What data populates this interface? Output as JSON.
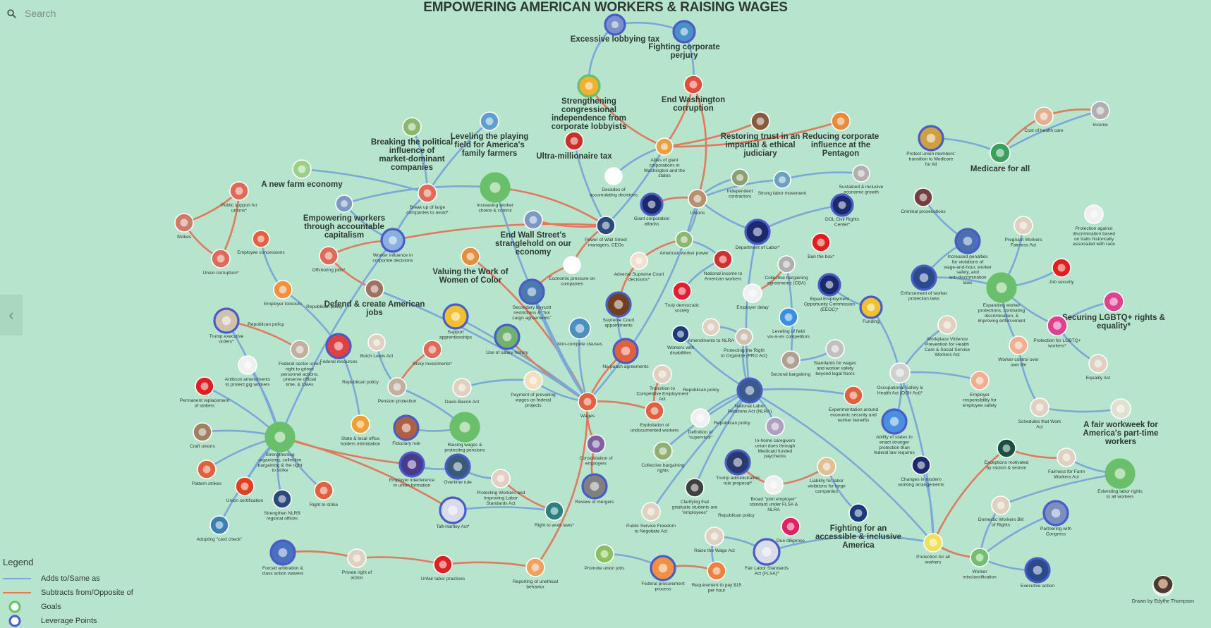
{
  "search": {
    "placeholder": "Search"
  },
  "title": "EMPOWERING AMERICAN WORKERS & RAISING WAGES",
  "legend": {
    "title": "Legend",
    "items": [
      {
        "label": "Adds to/Same as",
        "kind": "line",
        "color": "#7aa8d8"
      },
      {
        "label": "Subtracts from/Opposite of",
        "kind": "line",
        "color": "#e07a5f"
      },
      {
        "label": "Goals",
        "kind": "goal"
      },
      {
        "label": "Leverage Points",
        "kind": "leverage"
      }
    ]
  },
  "credit": "Drawn by Edythe Thompson",
  "nodes": [
    {
      "id": "lobbying",
      "label": "Excessive lobbying tax",
      "fill": "#7b8fc9",
      "ring": "lev"
    },
    {
      "id": "perjury",
      "label": "Fighting corporate perjury",
      "fill": "#4a90c9",
      "ring": "lev"
    },
    {
      "id": "congress",
      "label": "Strengthening congressional independence from corporate lobbyists",
      "fill": "#f0b030",
      "ring": "goal"
    },
    {
      "id": "endwash",
      "label": "End Washington corruption",
      "fill": "#e24c3c"
    },
    {
      "id": "trust",
      "label": "Restoring trust in an impartial & ethical judiciary",
      "fill": "#8a5a3c"
    },
    {
      "id": "pentagon",
      "label": "Reducing corporate influence at the Pentagon",
      "fill": "#e88a3c"
    },
    {
      "id": "farm",
      "label": "Leveling the playing field for America's family farmers",
      "fill": "#5aa0d0"
    },
    {
      "id": "breaking",
      "label": "Breaking the political influence of market-dominant companies",
      "fill": "#8ab870"
    },
    {
      "id": "millionaire",
      "label": "Ultra-millionaire tax",
      "fill": "#c8302c"
    },
    {
      "id": "allies",
      "label": "Allies of giant corporations in Washington and the states",
      "fill": "#e8a040"
    },
    {
      "id": "newfarm",
      "label": "A new farm economy",
      "fill": "#9bd08a"
    },
    {
      "id": "breakup",
      "label": "Break up of large companies to avoid*",
      "fill": "#e06a5a"
    },
    {
      "id": "choice",
      "label": "Increasing worker choice & control",
      "fill": "#6ac06a",
      "ring": "goal"
    },
    {
      "id": "decades",
      "label": "Decades of accumulating decisions",
      "fill": "#ffffff"
    },
    {
      "id": "independent",
      "label": "Independent contractors",
      "fill": "#8aa070"
    },
    {
      "id": "stronglabor",
      "label": "Strong labor movement",
      "fill": "#6aa0c0"
    },
    {
      "id": "sustained",
      "label": "Sustained & inclusive economic growth",
      "fill": "#b0b0b0"
    },
    {
      "id": "pubsupport",
      "label": "Public support for unions*",
      "fill": "#e06a5a"
    },
    {
      "id": "accountable",
      "label": "Empowering workers through accountable capitalism",
      "fill": "#7a9ac0"
    },
    {
      "id": "giantcorp",
      "label": "Giant corporation attacks",
      "fill": "#1a2a6c",
      "ring": "lev"
    },
    {
      "id": "unions",
      "label": "Unions",
      "fill": "#b89070"
    },
    {
      "id": "dol",
      "label": "Department of Labor*",
      "fill": "#1a2a6c",
      "ring": "lev"
    },
    {
      "id": "dolcivil",
      "label": "DOL Civil Rights Center*",
      "fill": "#1a2a6c",
      "ring": "lev"
    },
    {
      "id": "strikes",
      "label": "Strikes",
      "fill": "#d07a6a"
    },
    {
      "id": "unioncorr",
      "label": "Union corruption*",
      "fill": "#e06a5a"
    },
    {
      "id": "concessions",
      "label": "Employee concessions",
      "fill": "#e06040"
    },
    {
      "id": "influence",
      "label": "Worker influence in corporate decisions",
      "fill": "#8ab0e0",
      "ring": "lev"
    },
    {
      "id": "wallst",
      "label": "End Wall Street's stranglehold on our economy",
      "fill": "#7a9ac0"
    },
    {
      "id": "powerwall",
      "label": "Power of Wall Street managers, CEOs",
      "fill": "#2a4a7c"
    },
    {
      "id": "americanpower",
      "label": "American worker power",
      "fill": "#8ab870"
    },
    {
      "id": "natincome",
      "label": "National income to American workers",
      "fill": "#d03030"
    },
    {
      "id": "banbox",
      "label": "Ban the box*",
      "fill": "#e02020"
    },
    {
      "id": "offshoring",
      "label": "Offshoring jobs*",
      "fill": "#e06a5a"
    },
    {
      "id": "valuing",
      "label": "Valuing the Work of Women of Color",
      "fill": "#e09040"
    },
    {
      "id": "economicpressure",
      "label": "Economic pressure on companies",
      "fill": "#ffffff"
    },
    {
      "id": "adversesupreme",
      "label": "Adverse Supreme Court decisions*",
      "fill": "#f0e0d0"
    },
    {
      "id": "lockouts",
      "label": "Employer lockouts",
      "fill": "#f09040"
    },
    {
      "id": "repub1",
      "label": "Republican policy",
      "text": true
    },
    {
      "id": "defend",
      "label": "Defend & create American jobs",
      "fill": "#a07060"
    },
    {
      "id": "secondary",
      "label": "Secondary boycott restrictions & \"hot cargo agreements\"",
      "fill": "#4a7ab0",
      "ring": "lev"
    },
    {
      "id": "democratic",
      "label": "Truly democratic society",
      "fill": "#e02030"
    },
    {
      "id": "cba",
      "label": "Collective bargaining agreements (CBA)",
      "fill": "#b0b0b0"
    },
    {
      "id": "equalemp",
      "label": "Equal Employment Opportunity Commission (EEOC)*",
      "fill": "#1a2a6c",
      "ring": "lev"
    },
    {
      "id": "funding",
      "label": "Funding",
      "fill": "#f0c030",
      "ring": "lev"
    },
    {
      "id": "supremeappt",
      "label": "Supreme Court appointments",
      "fill": "#704020",
      "ring": "lev"
    },
    {
      "id": "employdelay",
      "label": "Employer delay",
      "fill": "#f0f0f0"
    },
    {
      "id": "levelfield",
      "label": "Leveling of field vis-a-vis competitors",
      "fill": "#3a90e0"
    },
    {
      "id": "trumpexec",
      "label": "Trump executive orders*",
      "fill": "#d0c0b0",
      "ring": "lev"
    },
    {
      "id": "repub2",
      "label": "Republican policy",
      "text": true
    },
    {
      "id": "federal",
      "label": "Federal sector union right to grieve personnel actions, preserve official time, & CBAs",
      "fill": "#c0b0a0"
    },
    {
      "id": "fedresources",
      "label": "Federal resources",
      "fill": "#e04040",
      "ring": "lev"
    },
    {
      "id": "butch",
      "label": "Butch Lewis Act",
      "fill": "#e0d0c0"
    },
    {
      "id": "support",
      "label": "Support apprenticeships",
      "fill": "#f0c030",
      "ring": "lev"
    },
    {
      "id": "salary",
      "label": "Use of salary history",
      "fill": "#70b070",
      "ring": "lev"
    },
    {
      "id": "noncompete",
      "label": "Non-compete clauses",
      "fill": "#4a90c0"
    },
    {
      "id": "nopoach",
      "label": "No-poach agreements",
      "fill": "#e06040",
      "ring": "lev"
    },
    {
      "id": "disability",
      "label": "Workers with disabilities",
      "fill": "#1a3a7c"
    },
    {
      "id": "amendments",
      "label": "Amendments to NLRA",
      "fill": "#e0d0c0"
    },
    {
      "id": "pro",
      "label": "Protecting the Right to Organize (PRO Act)",
      "fill": "#d0c0b0"
    },
    {
      "id": "sectoral",
      "label": "Sectoral bargaining",
      "fill": "#b0a090"
    },
    {
      "id": "standards",
      "label": "Standards for wages and worker safety beyond legal floors",
      "fill": "#c0c0c0"
    },
    {
      "id": "osh",
      "label": "Occupational Safety & Health Act (OSH Act)*",
      "fill": "#d0d0d0"
    },
    {
      "id": "criminal",
      "label": "Criminal prosecutions",
      "fill": "#704040"
    },
    {
      "id": "increased",
      "label": "Increased penalties for violations of wage-and-hour, worker safety, and anti-discrimination laws",
      "fill": "#4a70b0",
      "ring": "lev"
    },
    {
      "id": "enforcement",
      "label": "Enforcement of worker protection laws",
      "fill": "#2a4a8c",
      "ring": "lev"
    },
    {
      "id": "expanding",
      "label": "Expanding worker protections, combating discrimination, & improving enforcement",
      "fill": "#6ac06a",
      "ring": "goal"
    },
    {
      "id": "violence",
      "label": "Workplace Violence Prevention for Health Care & Social Service Workers Act",
      "fill": "#e0d0c0"
    },
    {
      "id": "pregnant",
      "label": "Pregnant Workers Fairness Act",
      "fill": "#e0d0c0"
    },
    {
      "id": "jobsecurity",
      "label": "Job security",
      "fill": "#e02020"
    },
    {
      "id": "protectdisc",
      "label": "Protection against discrimination based on traits historically associated with race",
      "fill": "#f0f0f0"
    },
    {
      "id": "lgbtq",
      "label": "Securing LGBTQ+ rights & equality*",
      "fill": "#e04090"
    },
    {
      "id": "protectlgbt",
      "label": "Protection for LGBTQ+ workers*",
      "fill": "#e04090"
    },
    {
      "id": "workercontrol",
      "label": "Worker control over own life",
      "fill": "#f0b090"
    },
    {
      "id": "equality",
      "label": "Equality Act",
      "fill": "#e0d0c0"
    },
    {
      "id": "medicare",
      "label": "Medicare for all",
      "fill": "#3aa060"
    },
    {
      "id": "protectunion",
      "label": "Protect union members' transition to Medicare for All",
      "fill": "#d0a040",
      "ring": "lev"
    },
    {
      "id": "costhealth",
      "label": "Cost of health care",
      "fill": "#e0b090"
    },
    {
      "id": "income",
      "label": "Income",
      "fill": "#b0b0b0"
    },
    {
      "id": "antitrust",
      "label": "Antitrust amendments to protect gig workers",
      "fill": "#f0f0f0"
    },
    {
      "id": "permanent",
      "label": "Permanent replacement of strikers",
      "fill": "#e02020"
    },
    {
      "id": "craft",
      "label": "Craft unions",
      "fill": "#a08060"
    },
    {
      "id": "pattern",
      "label": "Pattern strikes",
      "fill": "#e06040"
    },
    {
      "id": "unioncert",
      "label": "Union certification",
      "fill": "#e04020"
    },
    {
      "id": "strengthening",
      "label": "Strengthening organizing, collective bargaining & the right to strike",
      "fill": "#6ac06a",
      "ring": "goal"
    },
    {
      "id": "rightstrike",
      "label": "Right to strike",
      "fill": "#e06040"
    },
    {
      "id": "strengthennlrb",
      "label": "Strengthen NLRB regional offices",
      "fill": "#2a4a7c"
    },
    {
      "id": "cardcheck",
      "label": "Adopting \"card check\"",
      "fill": "#3a80b0"
    },
    {
      "id": "forced",
      "label": "Forced arbitration & class action waivers",
      "fill": "#4a70c0",
      "ring": "lev"
    },
    {
      "id": "private",
      "label": "Private right of action",
      "fill": "#e0d0c0"
    },
    {
      "id": "unfair",
      "label": "Unfair labor practices",
      "fill": "#e02020"
    },
    {
      "id": "reporting",
      "label": "Reporting of unethical behavior",
      "fill": "#f0a060"
    },
    {
      "id": "statelocal",
      "label": "State & local office holders intimidation",
      "fill": "#f0a030"
    },
    {
      "id": "pension",
      "label": "Pension protection",
      "fill": "#c0b0a0"
    },
    {
      "id": "fiduciary",
      "label": "Fiduciary rule",
      "fill": "#b06040",
      "ring": "lev"
    },
    {
      "id": "davis",
      "label": "Davis-Bacon Act",
      "fill": "#e0d0c0"
    },
    {
      "id": "raising",
      "label": "Raising wages & protecting pensions",
      "fill": "#6ac06a",
      "ring": "goal"
    },
    {
      "id": "risky",
      "label": "Risky investments*",
      "fill": "#e06a5a"
    },
    {
      "id": "prevailing",
      "label": "Payment of prevailing wages on federal projects",
      "fill": "#f0e0c0"
    },
    {
      "id": "wages",
      "label": "Wages",
      "fill": "#e06040"
    },
    {
      "id": "consolidation",
      "label": "Consolidation of employers",
      "fill": "#8060a0"
    },
    {
      "id": "reviewmergers",
      "label": "Review of mergers",
      "fill": "#808080",
      "ring": "lev"
    },
    {
      "id": "transition",
      "label": "Transition to Competitive Employment Act",
      "fill": "#e0d0c0"
    },
    {
      "id": "exploitation",
      "label": "Exploitation of undocumented workers",
      "fill": "#e06040"
    },
    {
      "id": "supervisor",
      "label": "Definition of \"supervisor\"",
      "fill": "#f0f0f0"
    },
    {
      "id": "nlra",
      "label": "National Labor Relations Act (NLRA)",
      "fill": "#3a5a8c",
      "ring": "lev"
    },
    {
      "id": "inhome",
      "label": "In-home caregivers union dues through Medicaid funded paychecks",
      "fill": "#b0a0c0"
    },
    {
      "id": "experimentation",
      "label": "Experimentation around economic security and worker benefits",
      "fill": "#e06040"
    },
    {
      "id": "abilitystates",
      "label": "Ability of states to enact stronger protection than federal law requires",
      "fill": "#4a90e0",
      "ring": "lev"
    },
    {
      "id": "employresp",
      "label": "Employer responsibility for employee safety",
      "fill": "#f0b090"
    },
    {
      "id": "collectivebarg",
      "label": "Collective bargaining rights",
      "fill": "#90b070"
    },
    {
      "id": "trumpadmin",
      "label": "Trump administration rule proposal*",
      "fill": "#2a3a6c",
      "ring": "lev"
    },
    {
      "id": "broadjoint",
      "label": "Broad \"joint employer\" standard under FLSA & NLRA",
      "fill": "#f0f0f0"
    },
    {
      "id": "liability",
      "label": "Liability for labor violations for large companies",
      "fill": "#e0c090"
    },
    {
      "id": "changesmodern",
      "label": "Changes in modern working arrangements",
      "fill": "#1a2a6c"
    },
    {
      "id": "schedules",
      "label": "Schedules that Work Act",
      "fill": "#e0d0c0"
    },
    {
      "id": "fairworkweek",
      "label": "A fair workweek for America's part-time workers",
      "fill": "#e0e0d0"
    },
    {
      "id": "exceptions",
      "label": "Exceptions motivated by racism & sexism",
      "fill": "#1a5040"
    },
    {
      "id": "fairness",
      "label": "Fairness for Farm Workers Act",
      "fill": "#e0d0c0"
    },
    {
      "id": "extending",
      "label": "Extending labor rights to all workers",
      "fill": "#6ac06a",
      "ring": "goal"
    },
    {
      "id": "domestic",
      "label": "Domestic Workers Bill of Rights",
      "fill": "#e0d0c0"
    },
    {
      "id": "partnering",
      "label": "Partnering with Congress",
      "fill": "#7a90c0",
      "ring": "lev"
    },
    {
      "id": "employerinterf",
      "label": "Employer interference in union formation",
      "fill": "#4a3a8c",
      "ring": "lev"
    },
    {
      "id": "overtime",
      "label": "Overtime rule",
      "fill": "#3a5a7c",
      "ring": "lev"
    },
    {
      "id": "protectingworkers",
      "label": "Protecting Workers and Improving Labor Standards Act",
      "fill": "#e0d0c0"
    },
    {
      "id": "taft",
      "label": "Taft-Hartley Act*",
      "fill": "#d8dce8",
      "ring": "lev"
    },
    {
      "id": "righttowork",
      "label": "Right to work laws*",
      "fill": "#2a8080"
    },
    {
      "id": "clarifying",
      "label": "Clarifying that graduate students are \"employees\"",
      "fill": "#404040"
    },
    {
      "id": "psf",
      "label": "Public Service Freedom to Negotiate Act",
      "fill": "#e0d0c0"
    },
    {
      "id": "raisewage",
      "label": "Raise the Wage Act",
      "fill": "#e0d0c0"
    },
    {
      "id": "duediligence",
      "label": "Due diligence",
      "fill": "#e02060"
    },
    {
      "id": "fightingaccess",
      "label": "Fighting for an accessible & inclusive America",
      "fill": "#1a3a7c"
    },
    {
      "id": "flsa",
      "label": "Fair Labor Standards Act (FLSA)*",
      "fill": "#d8dce8",
      "ring": "lev"
    },
    {
      "id": "promote",
      "label": "Promote union jobs",
      "fill": "#8ac060"
    },
    {
      "id": "fedprocure",
      "label": "Federal procurement process",
      "fill": "#f09040",
      "ring": "lev"
    },
    {
      "id": "require15",
      "label": "Requirement to pay $15 per hour",
      "fill": "#f08040"
    },
    {
      "id": "protectionall",
      "label": "Protection for all workers",
      "fill": "#f0e060"
    },
    {
      "id": "misclass",
      "label": "Worker misclassification",
      "fill": "#70c070"
    },
    {
      "id": "exec",
      "label": "Executive action",
      "fill": "#2a4a8c",
      "ring": "lev"
    },
    {
      "id": "repub3",
      "label": "Republican policy",
      "text": true
    },
    {
      "id": "repub4",
      "label": "Republican policy",
      "text": true
    },
    {
      "id": "repub5",
      "label": "Republican policy",
      "text": true
    },
    {
      "id": "repub6",
      "label": "Republican policy",
      "text": true
    }
  ]
}
